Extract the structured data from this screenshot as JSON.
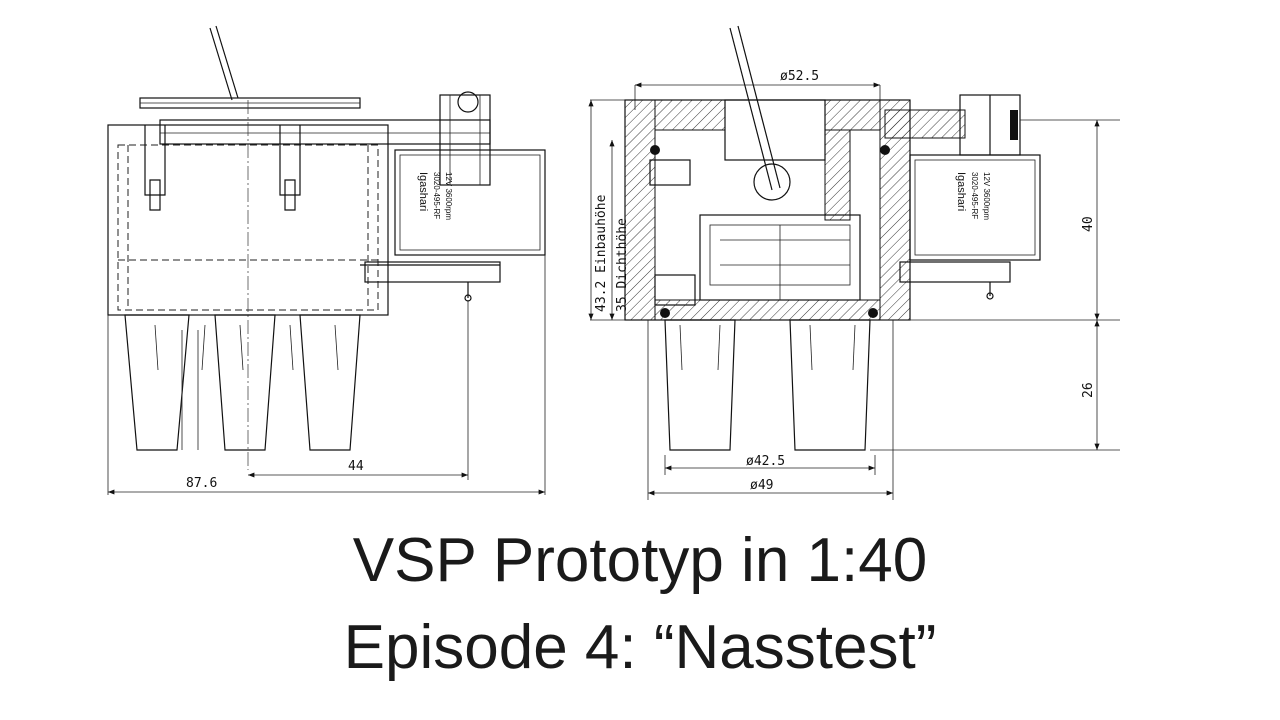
{
  "title": {
    "line1": "VSP Prototyp in 1:40",
    "line2": "Episode 4: “Nasstest”"
  },
  "drawing": {
    "left_view": {
      "dim_total_width": "87.6",
      "dim_half_width": "44"
    },
    "right_view": {
      "dim_top_diameter": "ø52.5",
      "dim_inner_diameter": "ø42.5",
      "dim_outer_diameter": "ø49",
      "dim_installation_height": "43.2 Einbauhöhe",
      "dim_seal_height": "35 Dichthöhe",
      "dim_motor_height": "40",
      "dim_blade_height": "26"
    },
    "motor_label": {
      "brand": "Igashari",
      "model": "3020-495-RF",
      "rating": "12V 3600rpm"
    }
  }
}
